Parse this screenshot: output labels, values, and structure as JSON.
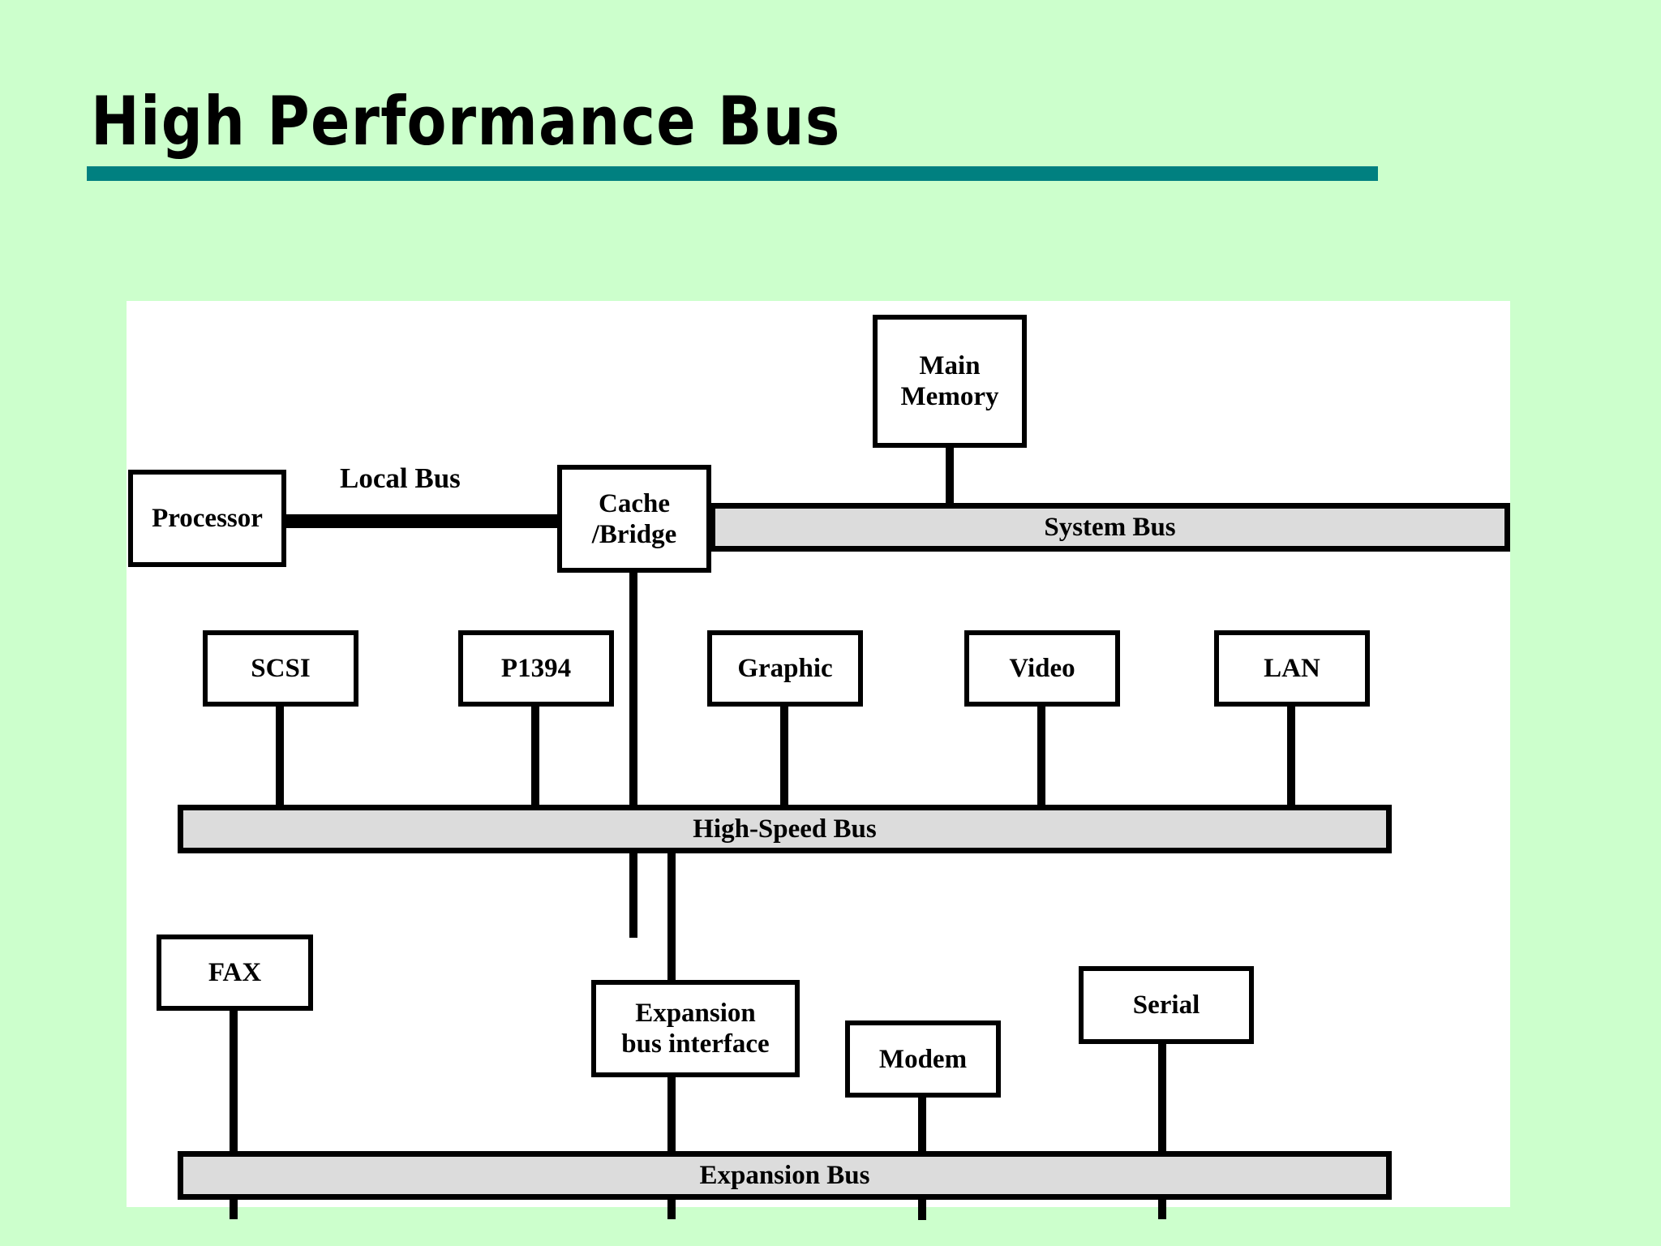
{
  "slide": {
    "title": "High Performance Bus",
    "background_color": "#ccffcc",
    "rule_color": "#008080",
    "canvas_color": "#ffffff"
  },
  "diagram": {
    "type": "block-diagram",
    "bus_fill_color": "#dcdcdc",
    "stroke_color": "#000000",
    "buses": [
      {
        "id": "system-bus",
        "label": "System Bus"
      },
      {
        "id": "high-speed-bus",
        "label": "High-Speed Bus"
      },
      {
        "id": "expansion-bus",
        "label": "Expansion Bus"
      }
    ],
    "edge_labels": [
      {
        "id": "local-bus",
        "label": "Local Bus"
      }
    ],
    "nodes": [
      {
        "id": "processor",
        "label": "Processor",
        "attached_to": "local-bus"
      },
      {
        "id": "cache-bridge",
        "label": "Cache\n/Bridge",
        "attached_to": "local-bus"
      },
      {
        "id": "main-memory",
        "label": "Main\nMemory",
        "attached_to": "system-bus"
      },
      {
        "id": "scsi",
        "label": "SCSI",
        "attached_to": "high-speed-bus"
      },
      {
        "id": "p1394",
        "label": "P1394",
        "attached_to": "high-speed-bus"
      },
      {
        "id": "graphic",
        "label": "Graphic",
        "attached_to": "high-speed-bus"
      },
      {
        "id": "video",
        "label": "Video",
        "attached_to": "high-speed-bus"
      },
      {
        "id": "lan",
        "label": "LAN",
        "attached_to": "high-speed-bus"
      },
      {
        "id": "fax",
        "label": "FAX",
        "attached_to": "expansion-bus"
      },
      {
        "id": "expansion-bus-interface",
        "label": "Expansion\nbus interface",
        "attached_to": "expansion-bus"
      },
      {
        "id": "modem",
        "label": "Modem",
        "attached_to": "expansion-bus"
      },
      {
        "id": "serial",
        "label": "Serial",
        "attached_to": "expansion-bus"
      }
    ]
  }
}
